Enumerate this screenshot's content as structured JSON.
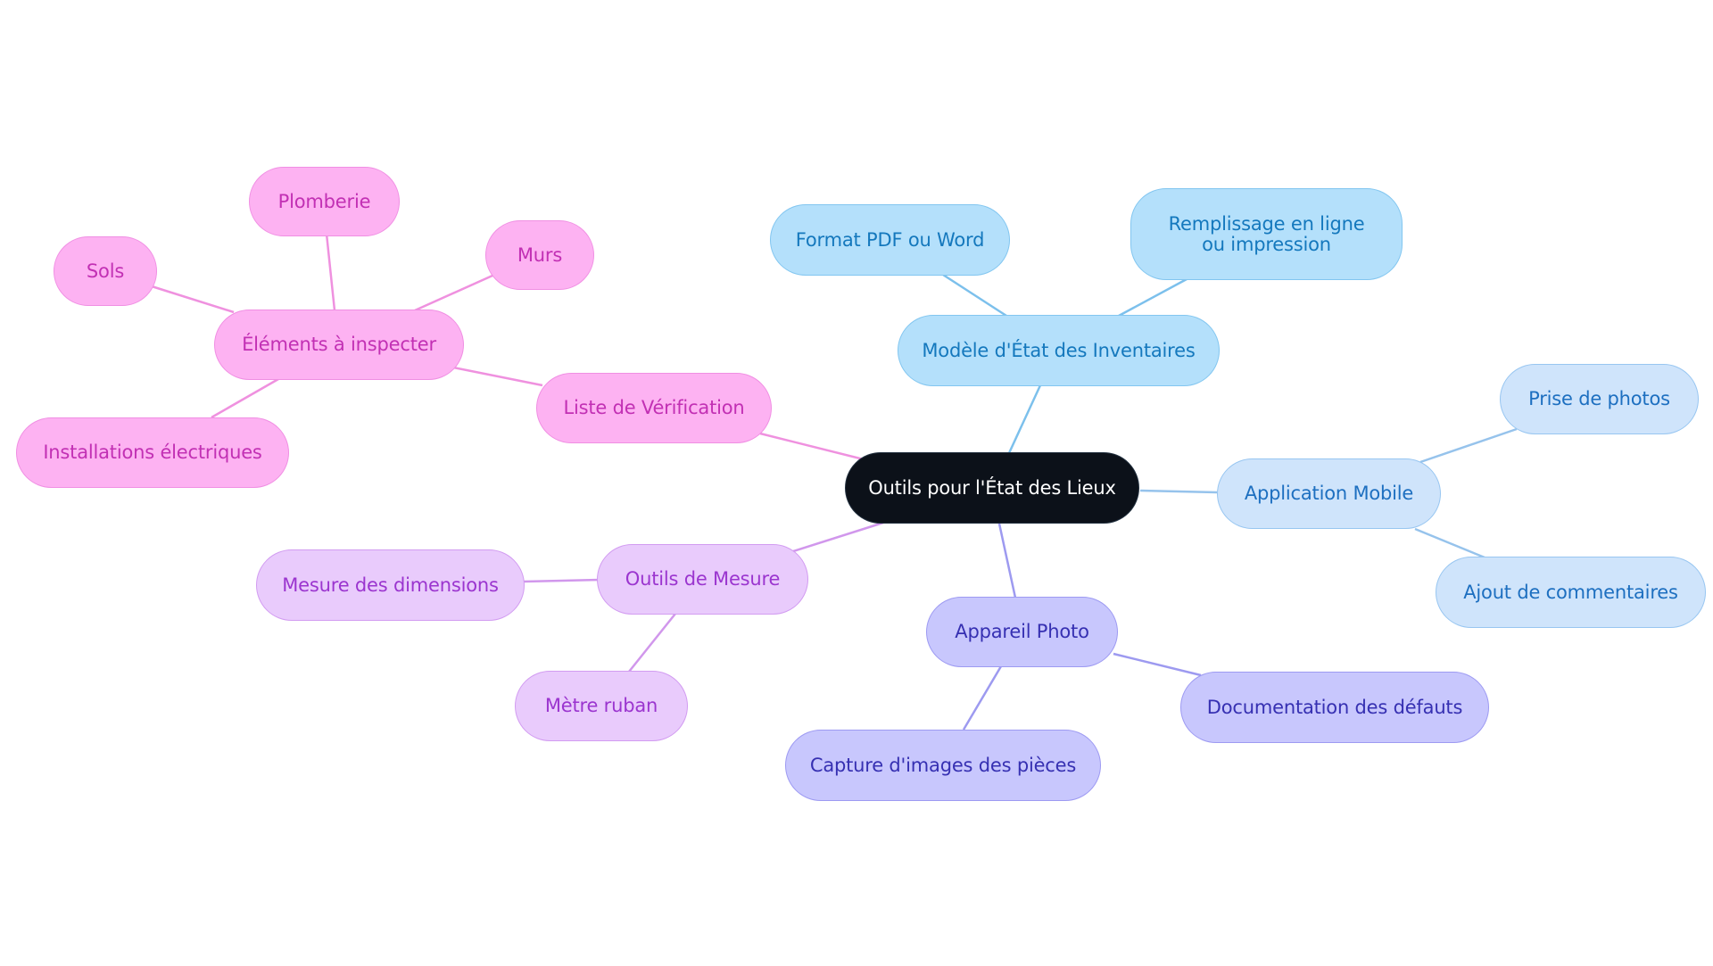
{
  "diagram": {
    "type": "mindmap",
    "root": "Outils pour l'État des Lieux",
    "branches": {
      "verification": {
        "label": "Liste de Vérification",
        "elements": {
          "label": "Éléments à inspecter",
          "children": [
            "Plomberie",
            "Murs",
            "Sols",
            "Installations électriques"
          ]
        }
      },
      "mesure": {
        "label": "Outils de Mesure",
        "children": [
          "Mesure des dimensions",
          "Mètre ruban"
        ]
      },
      "modele": {
        "label": "Modèle d'État des Inventaires",
        "children": [
          "Format PDF ou Word",
          "Remplissage en ligne ou impression"
        ]
      },
      "application": {
        "label": "Application Mobile",
        "children": [
          "Prise de photos",
          "Ajout de commentaires"
        ]
      },
      "photo": {
        "label": "Appareil Photo",
        "children": [
          "Documentation des défauts",
          "Capture d'images des pièces"
        ]
      }
    },
    "colors": {
      "root": "#0c1119",
      "verification": "#fdb2f2",
      "mesure": "#e9cbfc",
      "modele": "#b4e0fb",
      "application": "#cfe4fb",
      "photo": "#c8c7fd"
    }
  }
}
